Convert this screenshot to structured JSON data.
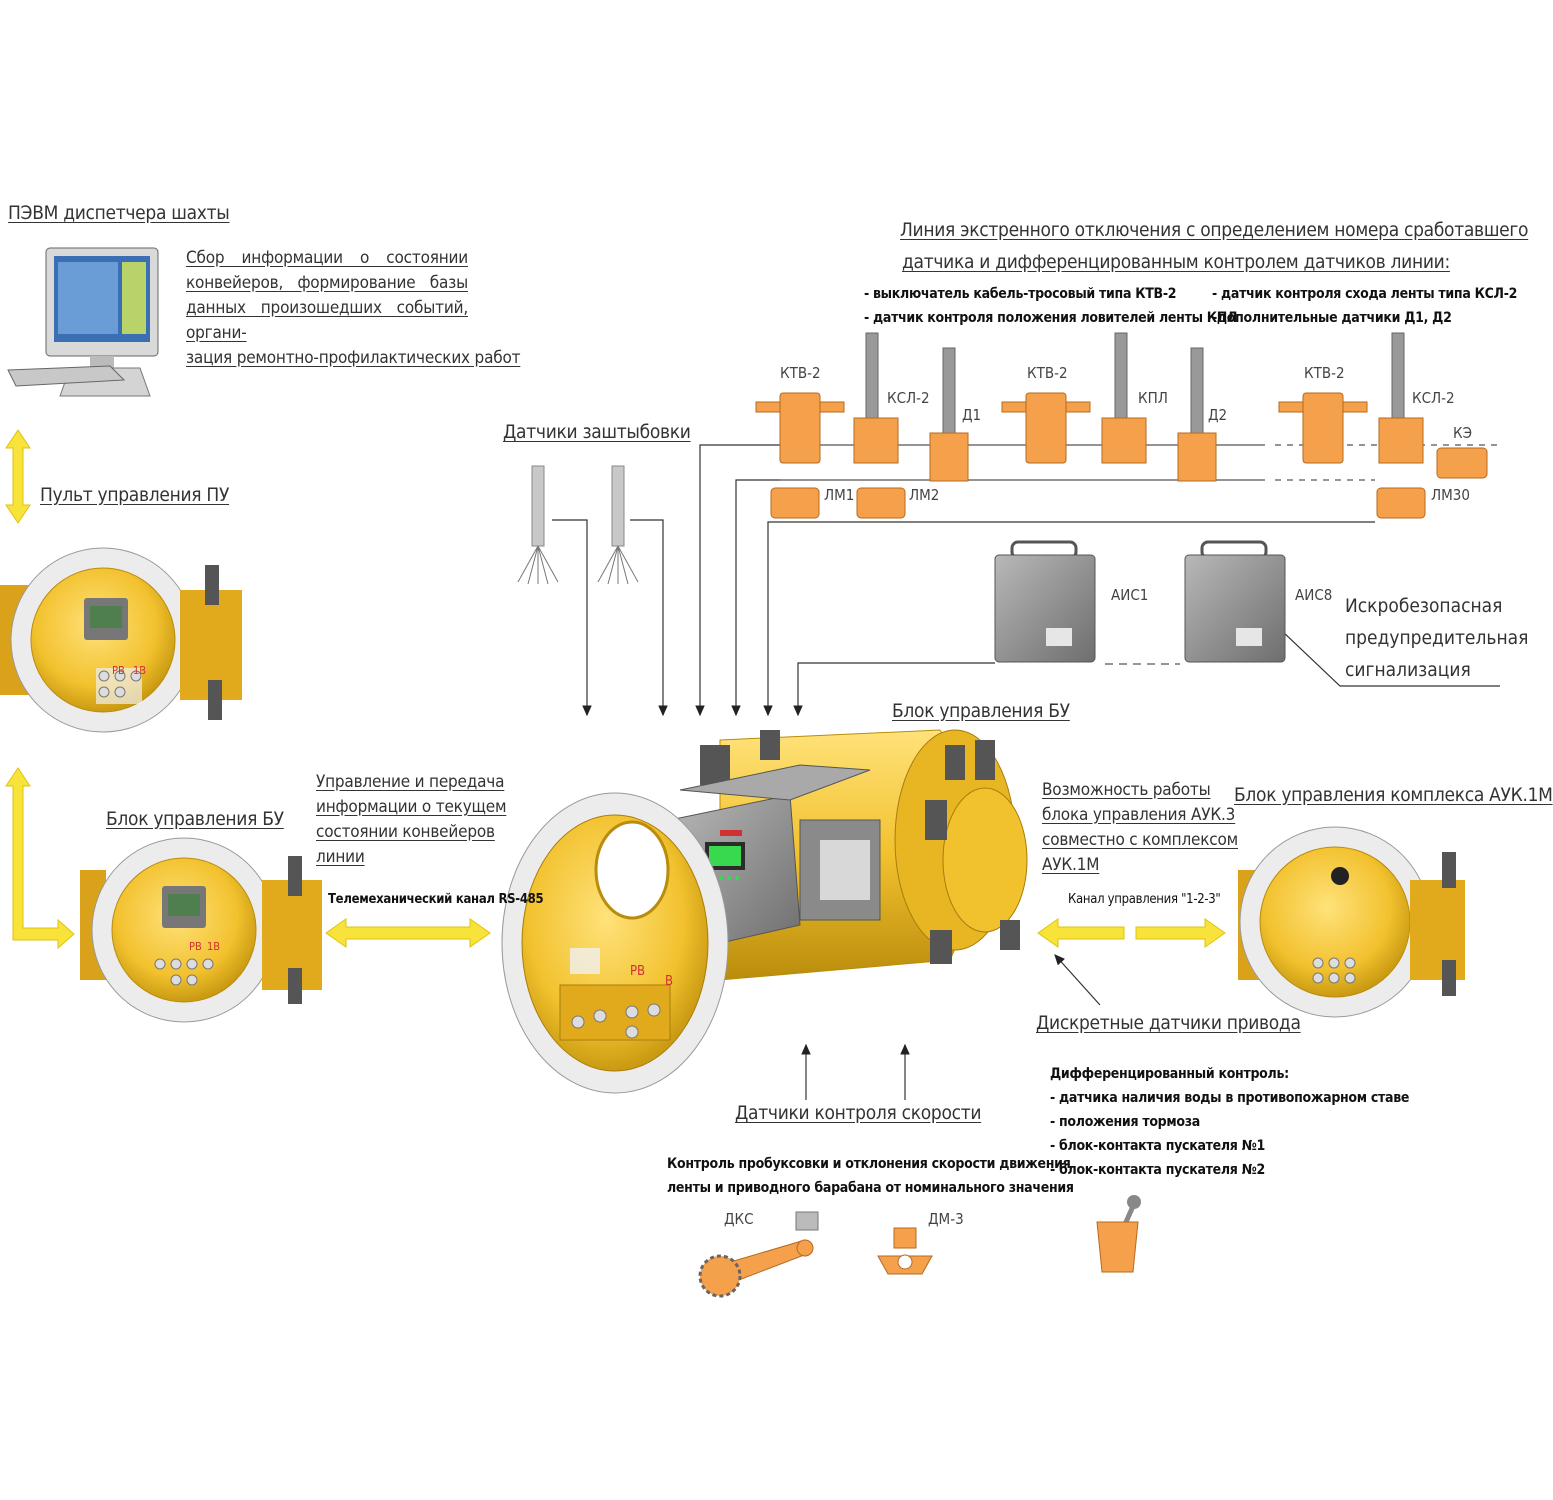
{
  "pc": {
    "title": "ПЭВМ диспетчера шахты",
    "description": [
      "Сбор информации о состоянии",
      "конвейеров, формирование базы",
      "данных произошедших событий, органи-",
      "зация ремонтно-профилактических работ"
    ]
  },
  "pu": {
    "title": "Пульт управления ПУ",
    "display_labels": [
      "РВ",
      "1В"
    ]
  },
  "bu_left": {
    "title": "Блок управления БУ",
    "display_labels": [
      "РВ",
      "1В"
    ]
  },
  "control_info": {
    "lines": [
      "Управление и передача",
      "информации о текущем",
      "состоянии конвейеров",
      "линии"
    ],
    "channel": "Телемеханический канал RS-485"
  },
  "shtyb": {
    "title": "Датчики заштыбовки"
  },
  "emergency": {
    "title_lines": [
      "Линия экстренного отключения с определением номера сработавшего",
      "датчика и дифференцированным контролем датчиков линии:"
    ],
    "left_items": [
      "- выключатель кабель-тросовый типа КТВ-2",
      "- датчик контроля положения ловителей ленты КПЛ"
    ],
    "right_items": [
      "- датчик контроля схода ленты типа КСЛ-2",
      "-дополнительные датчики Д1, Д2"
    ],
    "devices": [
      "КТВ-2",
      "КСЛ-2",
      "Д1",
      "КТВ-2",
      "КПЛ",
      "Д2",
      "КТВ-2",
      "КСЛ-2",
      "КЭ"
    ],
    "lm": [
      "ЛМ1",
      "ЛМ2",
      "ЛМ30"
    ]
  },
  "ais": {
    "labels": [
      "АИС1",
      "АИС8"
    ],
    "title_lines": [
      "Искробезопасная",
      "предупредительная",
      "сигнализация"
    ]
  },
  "bu_main": {
    "title": "Блок управления БУ",
    "labels": [
      "РВ",
      "В"
    ]
  },
  "auk3": {
    "lines": [
      "Возможность работы",
      "блока управления АУК.3",
      "совместно с комплексом",
      "АУК.1М"
    ]
  },
  "auk1m": {
    "title": "Блок управления комплекса АУК.1М",
    "channel": "Канал управления \"1-2-3\""
  },
  "discrete": {
    "title": "Дискретные датчики привода",
    "heading": "Дифференцированный контроль:",
    "items": [
      "- датчика наличия воды в противопожарном ставе",
      "- положения тормоза",
      "- блок-контакта пускателя №1",
      "- блок-контакта пускателя №2"
    ]
  },
  "speed": {
    "title": "Датчики контроля скорости",
    "desc": [
      "Контроль пробуксовки и отклонения скорости движения",
      "ленты и приводного барабана от номинального значения"
    ],
    "devices": [
      "ДКС",
      "ДМ-3"
    ]
  },
  "colors": {
    "device_yellow": "#f2c12e",
    "sensor_orange": "#f5a04a",
    "arrow_yellow": "#f7e33a",
    "flange_white": "#e8e8e8",
    "box_gray": "#8e8e8e"
  }
}
